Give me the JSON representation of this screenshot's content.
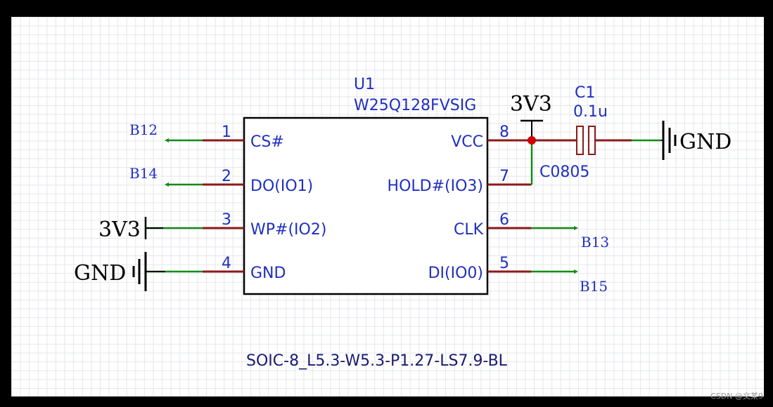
{
  "component": {
    "designator": "U1",
    "part_number": "W25Q128FVSIG",
    "footprint": "SOIC-8_L5.3-W5.3-P1.27-LS7.9-BL",
    "pins": [
      {
        "num": "1",
        "name": "CS#"
      },
      {
        "num": "2",
        "name": "DO(IO1)"
      },
      {
        "num": "3",
        "name": "WP#(IO2)"
      },
      {
        "num": "4",
        "name": "GND"
      },
      {
        "num": "8",
        "name": "VCC"
      },
      {
        "num": "7",
        "name": "HOLD#(IO3)"
      },
      {
        "num": "6",
        "name": "CLK"
      },
      {
        "num": "5",
        "name": "DI(IO0)"
      }
    ]
  },
  "nets": {
    "b12": "B12",
    "b14": "B14",
    "b13": "B13",
    "b15": "B15",
    "power_left": "3V3",
    "power_top": "3V3",
    "gnd_left": "GND",
    "gnd_right": "GND"
  },
  "capacitor": {
    "designator": "C1",
    "value": "0.1u",
    "footprint": "C0805"
  },
  "watermark": "CSDN @文某9",
  "colors": {
    "wire": "#138a17",
    "pin": "#8b1a1a",
    "text": "#1f2fbf",
    "junction": "#d40000"
  }
}
